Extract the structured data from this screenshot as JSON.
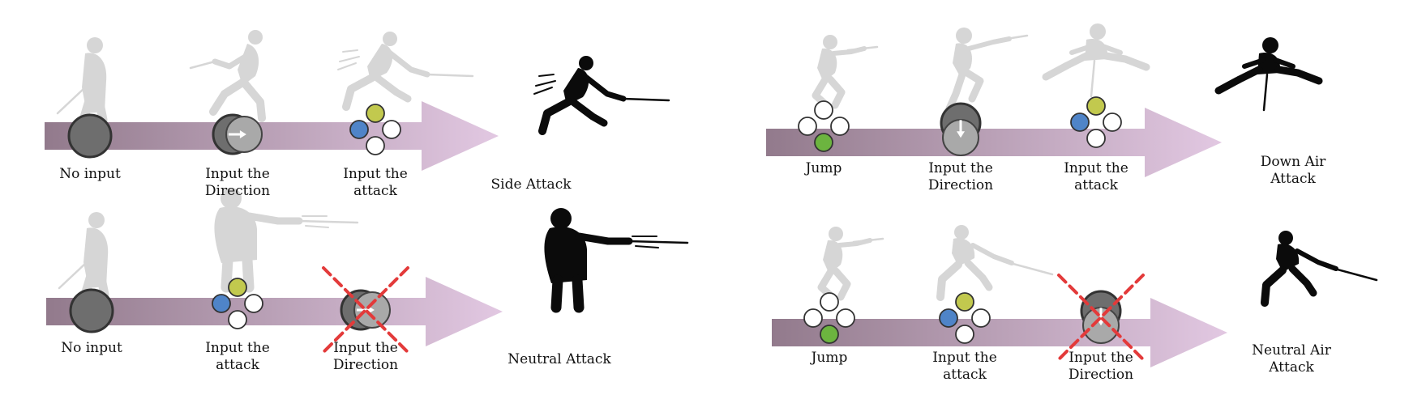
{
  "arrow_gradient": {
    "start": "#927a8c",
    "end": "#e2c8e2"
  },
  "colors": {
    "stick": "#6e6e6e",
    "stick_light": "#a9a9a9",
    "button_top": "#c2c94e",
    "button_left": "#4f84c8",
    "button_bottom": "#6cb43f",
    "cross": "#e33a3a",
    "ghost": "#d6d6d6",
    "result": "#0b0b0b"
  },
  "panels": [
    {
      "id": "side-attack",
      "steps": [
        {
          "kind": "stick-neutral",
          "pose": "idle",
          "label": "No input"
        },
        {
          "kind": "stick-right",
          "pose": "run",
          "label": "Input the\nDirection"
        },
        {
          "kind": "buttons-top",
          "pose": "lunge",
          "label": "Input the\nattack"
        }
      ],
      "result": {
        "pose": "lunge",
        "label": "Side Attack"
      }
    },
    {
      "id": "neutral-attack",
      "steps": [
        {
          "kind": "stick-neutral",
          "pose": "idle",
          "label": "No input"
        },
        {
          "kind": "buttons-top",
          "pose": "thrust",
          "label": "Input the\nattack"
        },
        {
          "kind": "stick-right-crossed",
          "pose": "none",
          "label": "Input the\nDirection"
        }
      ],
      "result": {
        "pose": "thrust",
        "label": "Neutral Attack"
      }
    },
    {
      "id": "down-air-attack",
      "steps": [
        {
          "kind": "buttons-bottom",
          "pose": "jump",
          "label": "Jump"
        },
        {
          "kind": "stick-down",
          "pose": "leap",
          "label": "Input the\nDirection"
        },
        {
          "kind": "buttons-top",
          "pose": "splits",
          "label": "Input the\nattack"
        }
      ],
      "result": {
        "pose": "splits",
        "label": "Down Air\nAttack"
      }
    },
    {
      "id": "neutral-air-attack",
      "steps": [
        {
          "kind": "buttons-bottom",
          "pose": "jump",
          "label": "Jump"
        },
        {
          "kind": "buttons-top",
          "pose": "crouch",
          "label": "Input the\nattack"
        },
        {
          "kind": "stick-down-crossed",
          "pose": "none",
          "label": "Input the\nDirection"
        }
      ],
      "result": {
        "pose": "crouch",
        "label": "Neutral Air\nAttack"
      }
    }
  ]
}
